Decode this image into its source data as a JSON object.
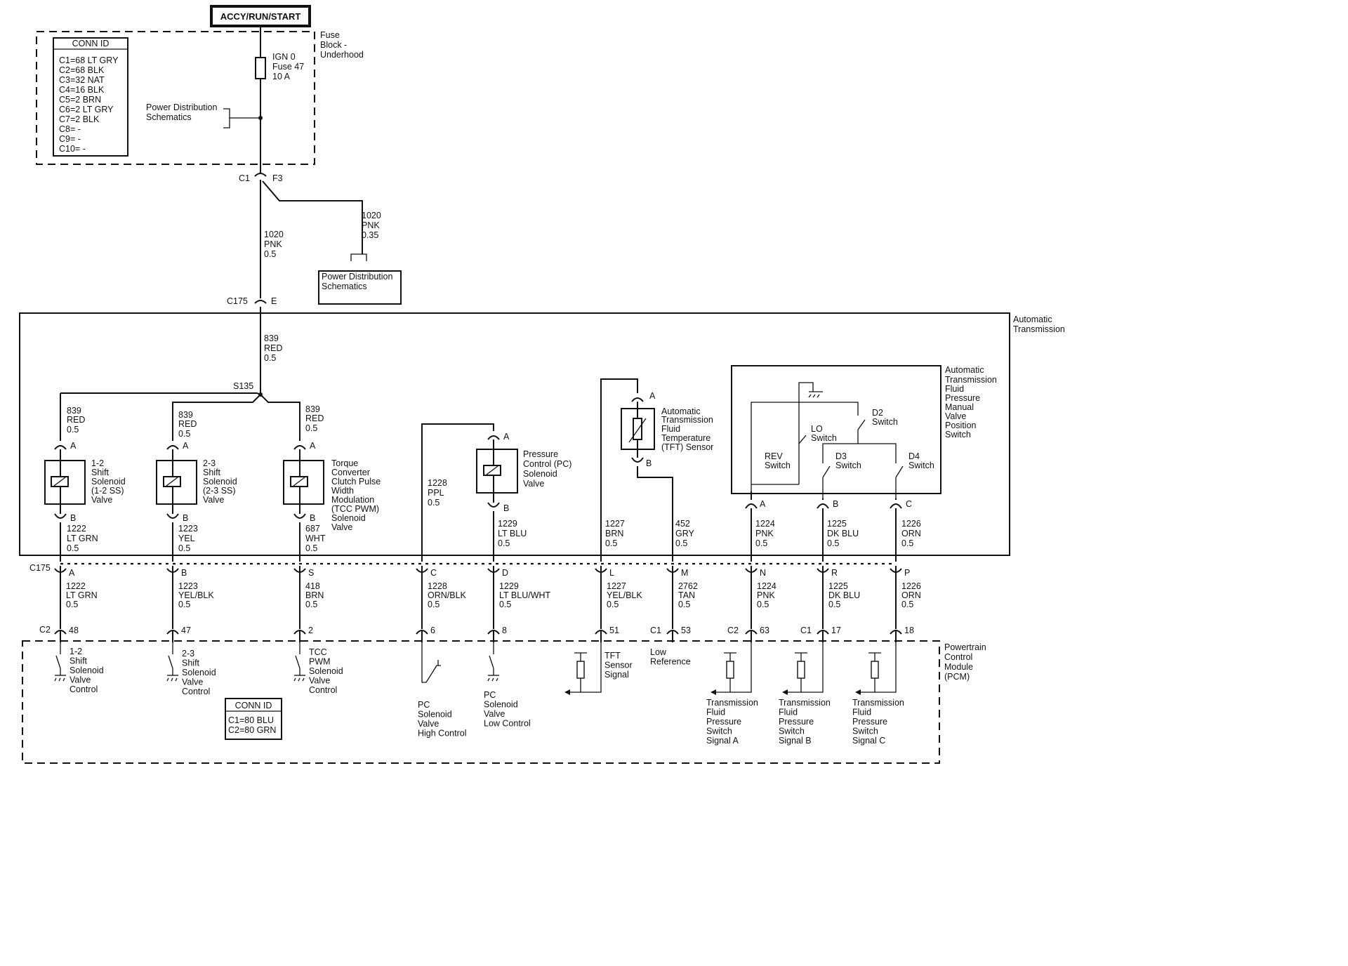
{
  "supply": {
    "title": "ACCY/RUN/START",
    "fuse_block_label": [
      "Fuse",
      "Block -",
      "Underhood"
    ],
    "fuse_label": [
      "IGN 0",
      "Fuse 47",
      "10 A"
    ],
    "pd_label": [
      "Power Distribution",
      "Schematics"
    ]
  },
  "conn_id_top": {
    "title": "CONN ID",
    "rows": [
      "C1=68 LT GRY",
      "C2=68 BLK",
      "C3=32 NAT",
      "C4=16 BLK",
      "C5=2 BRN",
      "C6=2 LT GRY",
      "C7=2 BLK",
      "C8= -",
      "C9= -",
      "C10= -"
    ]
  },
  "connectors": {
    "c1": "C1",
    "f3": "F3",
    "c175_top": "C175",
    "e": "E",
    "s135": "S135",
    "c175_row": "C175",
    "c2_left": "C2"
  },
  "wires": {
    "main_1020": [
      "1020",
      "PNK",
      "0.5"
    ],
    "branch_1020": [
      "1020",
      "PNK",
      "0.35"
    ],
    "w839_main": [
      "839",
      "RED",
      "0.5"
    ],
    "w839_a": [
      "839",
      "RED",
      "0.5"
    ],
    "w839_b": [
      "839",
      "RED",
      "0.5"
    ],
    "w839_c": [
      "839",
      "RED",
      "0.5"
    ],
    "w1228_in": [
      "1228",
      "PPL",
      "0.5"
    ]
  },
  "pd_box": [
    "Power Distribution",
    "Schematics"
  ],
  "trans_label": [
    "Automatic",
    "Transmission"
  ],
  "switch_assembly_label": [
    "Automatic",
    "Transmission",
    "Fluid",
    "Pressure",
    "Manual",
    "Valve",
    "Position",
    "Switch"
  ],
  "tft_sensor_label": [
    "Automatic",
    "Transmission",
    "Fluid",
    "Temperature",
    "(TFT) Sensor"
  ],
  "tft_pins": {
    "top": "A",
    "bottom": "B"
  },
  "switches": {
    "rev": [
      "REV",
      "Switch"
    ],
    "lo": [
      "LO",
      "Switch"
    ],
    "d2": [
      "D2",
      "Switch"
    ],
    "d3": [
      "D3",
      "Switch"
    ],
    "d4": [
      "D4",
      "Switch"
    ]
  },
  "solenoids": [
    {
      "pin_top": "A",
      "pin_bot": "B",
      "label": [
        "1-2",
        "Shift",
        "Solenoid",
        "(1-2 SS)",
        "Valve"
      ],
      "wire_out": [
        "1222",
        "LT GRN",
        "0.5"
      ]
    },
    {
      "pin_top": "A",
      "pin_bot": "B",
      "label": [
        "2-3",
        "Shift",
        "Solenoid",
        "(2-3 SS)",
        "Valve"
      ],
      "wire_out": [
        "1223",
        "YEL",
        "0.5"
      ]
    },
    {
      "pin_top": "A",
      "pin_bot": "B",
      "label": [
        "Torque",
        "Converter",
        "Clutch Pulse",
        "Width",
        "Modulation",
        "(TCC PWM)",
        "Solenoid",
        "Valve"
      ],
      "wire_out": [
        "687",
        "WHT",
        "0.5"
      ]
    },
    {
      "pin_top": "A",
      "pin_bot": "B",
      "label": [
        "Pressure",
        "Control (PC)",
        "Solenoid",
        "Valve"
      ],
      "wire_out": [
        "1229",
        "LT BLU",
        "0.5"
      ]
    }
  ],
  "upper_wires": {
    "w1227": [
      "1227",
      "BRN",
      "0.5"
    ],
    "w452": [
      "452",
      "GRY",
      "0.5"
    ],
    "w1224": [
      "1224",
      "PNK",
      "0.5"
    ],
    "w1225": [
      "1225",
      "DK BLU",
      "0.5"
    ],
    "w1226": [
      "1226",
      "ORN",
      "0.5"
    ]
  },
  "switch_pins": [
    "A",
    "B",
    "C"
  ],
  "row_pins": [
    "A",
    "B",
    "S",
    "C",
    "D",
    "L",
    "M",
    "N",
    "R",
    "P"
  ],
  "lower_wires": [
    [
      "1222",
      "LT GRN",
      "0.5"
    ],
    [
      "1223",
      "YEL/BLK",
      "0.5"
    ],
    [
      "418",
      "BRN",
      "0.5"
    ],
    [
      "1228",
      "ORN/BLK",
      "0.5"
    ],
    [
      "1229",
      "LT BLU/WHT",
      "0.5"
    ],
    [
      "1227",
      "YEL/BLK",
      "0.5"
    ],
    [
      "2762",
      "TAN",
      "0.5"
    ],
    [
      "1224",
      "PNK",
      "0.5"
    ],
    [
      "1225",
      "DK BLU",
      "0.5"
    ],
    [
      "1226",
      "ORN",
      "0.5"
    ]
  ],
  "pcm_pins": [
    "48",
    "47",
    "2",
    "6",
    "8",
    "51",
    "53",
    "63",
    "17",
    "18"
  ],
  "pcm_conn_labels": {
    "c1a": "C1",
    "c2": "C2",
    "c1b": "C1"
  },
  "pcm_label": [
    "Powertrain",
    "Control",
    "Module",
    "(PCM)"
  ],
  "pcm_functions": [
    [
      "1-2",
      "Shift",
      "Solenoid",
      "Valve",
      "Control"
    ],
    [
      "2-3",
      "Shift",
      "Solenoid",
      "Valve",
      "Control"
    ],
    [
      "TCC",
      "PWM",
      "Solenoid",
      "Valve",
      "Control"
    ],
    [
      "PC",
      "Solenoid",
      "Valve",
      "High Control"
    ],
    [
      "PC",
      "Solenoid",
      "Valve",
      "Low Control"
    ],
    [
      "TFT",
      "Sensor",
      "Signal"
    ],
    [
      "Low",
      "Reference"
    ],
    [
      "Transmission",
      "Fluid",
      "Pressure",
      "Switch",
      "Signal A"
    ],
    [
      "Transmission",
      "Fluid",
      "Pressure",
      "Switch",
      "Signal B"
    ],
    [
      "Transmission",
      "Fluid",
      "Pressure",
      "Switch",
      "Signal C"
    ]
  ],
  "conn_id_bottom": {
    "title": "CONN ID",
    "rows": [
      "C1=80 BLU",
      "C2=80 GRN"
    ]
  }
}
